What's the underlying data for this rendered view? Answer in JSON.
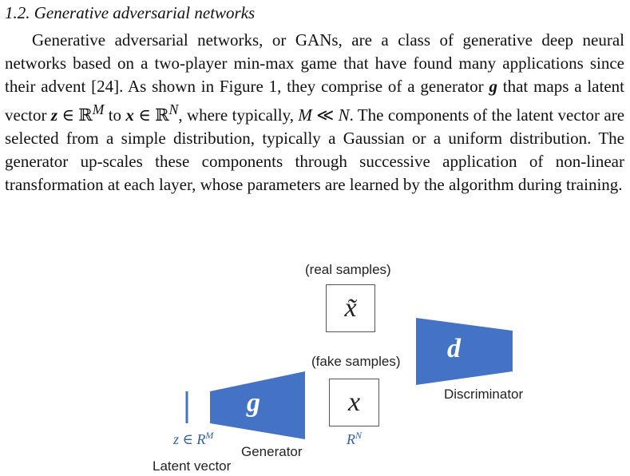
{
  "section_heading": "1.2. Generative adversarial networks",
  "paragraph": {
    "t1": "Generative adversarial networks, or GANs, are a class of generative deep neural networks based on a two-player min-max game that have found many applications since their advent [24]. As shown in Figure 1, they comprise of a generator ",
    "g": "g",
    "t2": " that maps a latent vector ",
    "z": "z",
    "t3": " ∈ ℝ",
    "sup_m": "M",
    "t4": " to ",
    "x": "x",
    "t5": " ∈ ℝ",
    "sup_n": "N",
    "t6": ", where typically, ",
    "m": "M",
    "t7": " ≪ ",
    "n": "N",
    "t8": ". The components of the latent vector are selected from a simple distribution, typically a Gaussian or a uniform distribution. The generator up-scales these components through successive application of non-linear transformation at each layer, whose parameters are learned by the algorithm during training."
  },
  "figure": {
    "real_samples_label": "(real samples)",
    "real_symbol": "x̃",
    "fake_samples_label": "(fake samples)",
    "fake_symbol": "x",
    "discriminator_symbol": "d",
    "discriminator_label": "Discriminator",
    "generator_symbol": "g",
    "generator_label": "Generator",
    "latent_math": "z ∈ R",
    "latent_sup": "M",
    "output_math": "R",
    "output_sup": "N",
    "latent_vector_label": "Latent vector",
    "colors": {
      "shape_fill": "#4472c4",
      "math_text": "#2e5fa8"
    }
  }
}
